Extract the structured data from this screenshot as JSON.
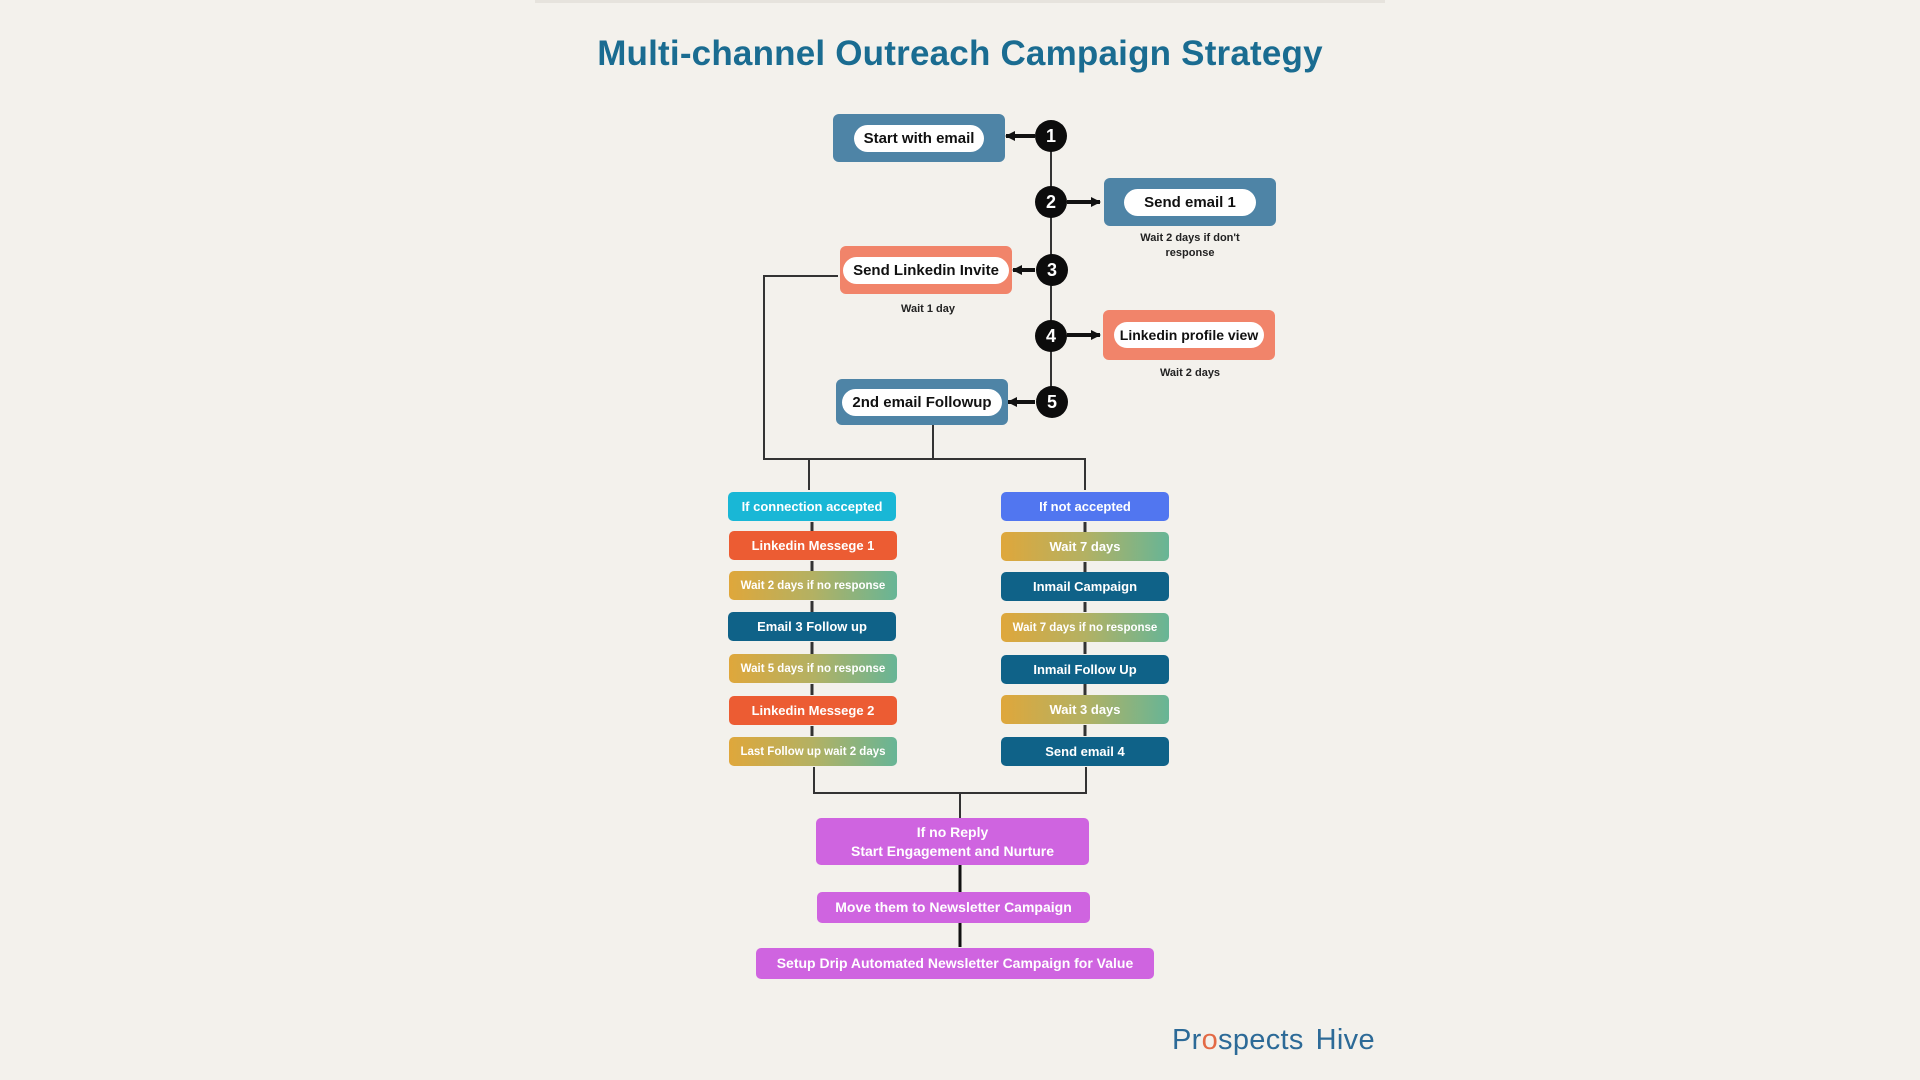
{
  "title": "Multi-channel Outreach Campaign Strategy",
  "steps": [
    {
      "num": "1",
      "label": "Start with email",
      "color": "#4e84a6"
    },
    {
      "num": "2",
      "label": "Send email 1",
      "color": "#4e84a6",
      "note": "Wait 2 days if don't response"
    },
    {
      "num": "3",
      "label": "Send Linkedin Invite",
      "color": "#f1846a",
      "note": "Wait 1 day"
    },
    {
      "num": "4",
      "label": "Linkedin profile view",
      "color": "#f1846a",
      "note": "Wait 2 days"
    },
    {
      "num": "5",
      "label": "2nd email Followup",
      "color": "#4e84a6"
    }
  ],
  "left_branch": [
    {
      "label": "If connection  accepted",
      "color": "#19b7d6"
    },
    {
      "label": "Linkedin Messege 1",
      "color": "#ec5c33"
    },
    {
      "label": "Wait 2 days if no response",
      "color": "gradient"
    },
    {
      "label": "Email 3 Follow up",
      "color": "#0f6288"
    },
    {
      "label": "Wait 5 days if no response",
      "color": "gradient"
    },
    {
      "label": "Linkedin Messege 2",
      "color": "#ec5c33"
    },
    {
      "label": "Last Follow up wait 2 days",
      "color": "gradient"
    }
  ],
  "right_branch": [
    {
      "label": "If not accepted",
      "color": "#5176f0"
    },
    {
      "label": "Wait 7 days",
      "color": "gradient"
    },
    {
      "label": "Inmail Campaign",
      "color": "#0f6288"
    },
    {
      "label": "Wait 7 days if no response",
      "color": "gradient"
    },
    {
      "label": "Inmail  Follow Up",
      "color": "#0f6288"
    },
    {
      "label": "Wait 3 days",
      "color": "gradient"
    },
    {
      "label": "Send email 4",
      "color": "#0f6288"
    }
  ],
  "final": {
    "no_reply_line1": "If no Reply",
    "no_reply_line2": "Start Engagement and Nurture",
    "newsletter": "Move them  to Newsletter Campaign",
    "drip": "Setup Drip Automated Newsletter Campaign for Value",
    "color": "#cf64e0"
  },
  "logo": {
    "part1": "Pr",
    "o": "o",
    "part2": "spects",
    "part3": "Hive"
  },
  "colors": {
    "title": "#1a6c91",
    "background": "#f3f1ec",
    "line": "#333333"
  }
}
